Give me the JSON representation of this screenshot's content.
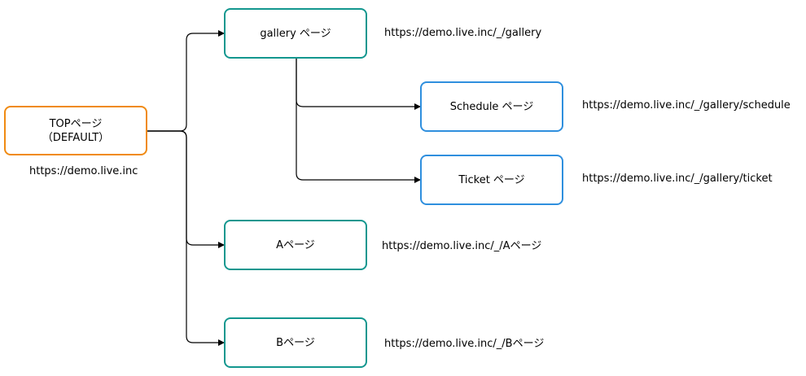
{
  "colors": {
    "teal": "#13978f",
    "orange": "#f08a12",
    "blue": "#2f8fde",
    "edge": "#000000"
  },
  "nodes": {
    "top": {
      "line1": "TOPページ",
      "line2": "（DEFAULT）",
      "url": "https://demo.live.inc"
    },
    "gallery": {
      "label": "gallery ページ",
      "url": "https://demo.live.inc/_/gallery"
    },
    "schedule": {
      "label": "Schedule ページ",
      "url": "https://demo.live.inc/_/gallery/schedule"
    },
    "ticket": {
      "label": "Ticket ページ",
      "url": "https://demo.live.inc/_/gallery/ticket"
    },
    "a": {
      "label": "Aページ",
      "url": "https://demo.live.inc/_/Aページ"
    },
    "b": {
      "label": "Bページ",
      "url": "https://demo.live.inc/_/Bページ"
    }
  },
  "edges": [
    {
      "from": "top",
      "to": "gallery"
    },
    {
      "from": "top",
      "to": "a"
    },
    {
      "from": "top",
      "to": "b"
    },
    {
      "from": "gallery",
      "to": "schedule"
    },
    {
      "from": "gallery",
      "to": "ticket"
    }
  ]
}
